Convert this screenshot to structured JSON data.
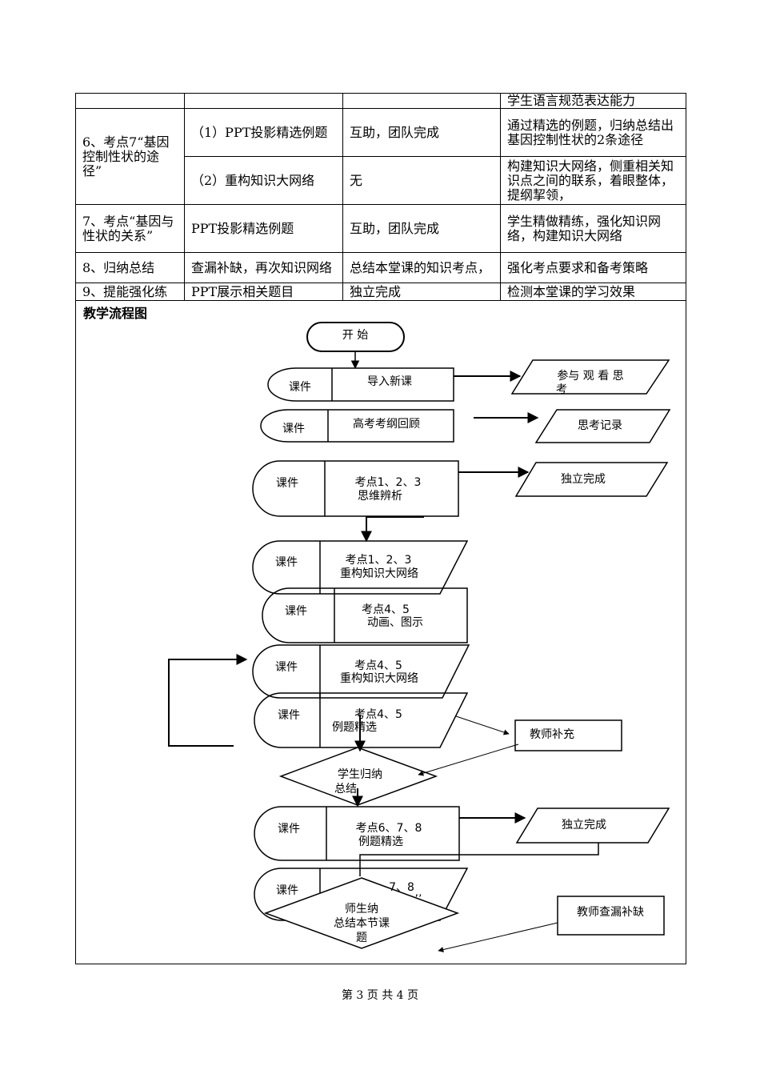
{
  "table": {
    "rows": [
      {
        "c1": "",
        "c2": "",
        "c3": "",
        "c4": "学生语言规范表达能力"
      },
      {
        "c1": "6、考点7“基因控制性状的途径”",
        "c2": "（1）PPT投影精选例题",
        "c3": "互助，团队完成",
        "c4": "通过精选的例题，归纳总结出基因控制性状的2条途径"
      },
      {
        "c2": "（2）重构知识大网络",
        "c3": "无",
        "c4": "构建知识大网络，侧重相关知识点之间的联系，着眼整体，提纲挈领，"
      },
      {
        "c1": "7、考点“基因与性状的关系”",
        "c2": "PPT投影精选例题",
        "c3": "互助，团队完成",
        "c4": "学生精做精练，强化知识网络，构建知识大网络"
      },
      {
        "c1": "8、归纳总结",
        "c2": "查漏补缺，再次知识网络",
        "c3": "总结本堂课的知识考点，",
        "c4": "强化考点要求和备考策略"
      },
      {
        "c1": "9、提能强化练",
        "c2": "PPT展示相关题目",
        "c3": "独立完成",
        "c4": "检测本堂课的学习效果"
      }
    ]
  },
  "flow": {
    "title": "教学流程图",
    "start": "开 始",
    "courseware": "课件",
    "steps": {
      "s1": "导入新课",
      "s2": "高考考纲回顾",
      "s3a": "考点1、2、3",
      "s3b": "思维辨析",
      "s4a": "考点1、2、3",
      "s4b": "重构知识大网络",
      "s5a": "考点4、5",
      "s5b": "动画、图示",
      "s6a": "考点4、5",
      "s6b": "重构知识大网络",
      "s7a": "考点4、5",
      "s7b": "例题精选",
      "s8a": "考点6、7、8",
      "s8b": "例题精选",
      "s9a": "7、8",
      "s9b": "’’"
    },
    "outputs": {
      "o1a": "参与 观 看 思",
      "o1b": "考",
      "o2": "思考记录",
      "o3": "独立完成",
      "o4": "独立完成"
    },
    "notes": {
      "teacher_supplement": "教师补充",
      "teacher_check": "教师查漏补缺"
    },
    "decisions": {
      "d1a": "学生归纳",
      "d1b": "总结",
      "d2a": "师生纳",
      "d2b": "总结本节课",
      "d2c": "题"
    }
  },
  "footer": "第 3 页 共 4 页"
}
